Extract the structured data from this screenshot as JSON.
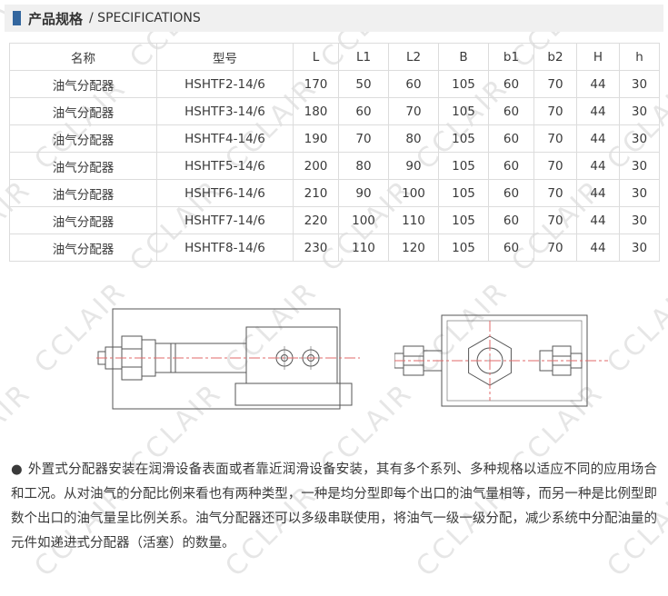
{
  "header": {
    "title": "产品规格",
    "subtitle": "/ SPECIFICATIONS"
  },
  "table": {
    "columns": [
      "名称",
      "型号",
      "L",
      "L1",
      "L2",
      "B",
      "b1",
      "b2",
      "H",
      "h"
    ],
    "rows": [
      [
        "油气分配器",
        "HSHTF2-14/6",
        "170",
        "50",
        "60",
        "105",
        "60",
        "70",
        "44",
        "30"
      ],
      [
        "油气分配器",
        "HSHTF3-14/6",
        "180",
        "60",
        "70",
        "105",
        "60",
        "70",
        "44",
        "30"
      ],
      [
        "油气分配器",
        "HSHTF4-14/6",
        "190",
        "70",
        "80",
        "105",
        "60",
        "70",
        "44",
        "30"
      ],
      [
        "油气分配器",
        "HSHTF5-14/6",
        "200",
        "80",
        "90",
        "105",
        "60",
        "70",
        "44",
        "30"
      ],
      [
        "油气分配器",
        "HSHTF6-14/6",
        "210",
        "90",
        "100",
        "105",
        "60",
        "70",
        "44",
        "30"
      ],
      [
        "油气分配器",
        "HSHTF7-14/6",
        "220",
        "100",
        "110",
        "105",
        "60",
        "70",
        "44",
        "30"
      ],
      [
        "油气分配器",
        "HSHTF8-14/6",
        "230",
        "110",
        "120",
        "105",
        "60",
        "70",
        "44",
        "30"
      ]
    ]
  },
  "watermark": {
    "text": "CCLAIR"
  },
  "colors": {
    "accent_blue": "#33669e",
    "header_bar_gray": "#f0f0f0",
    "table_border_gray": "#dcdcdc",
    "centerline_red": "#e06a6a"
  },
  "description": {
    "bullet": "●",
    "text": "外置式分配器安装在润滑设备表面或者靠近润滑设备安装，其有多个系列、多种规格以适应不同的应用场合和工况。从对油气的分配比例来看也有两种类型，一种是均分型即每个出口的油气量相等，而另一种是比例型即数个出口的油气量呈比例关系。油气分配器还可以多级串联使用，将油气一级一级分配，减少系统中分配油量的元件如递进式分配器（活塞）的数量。"
  }
}
